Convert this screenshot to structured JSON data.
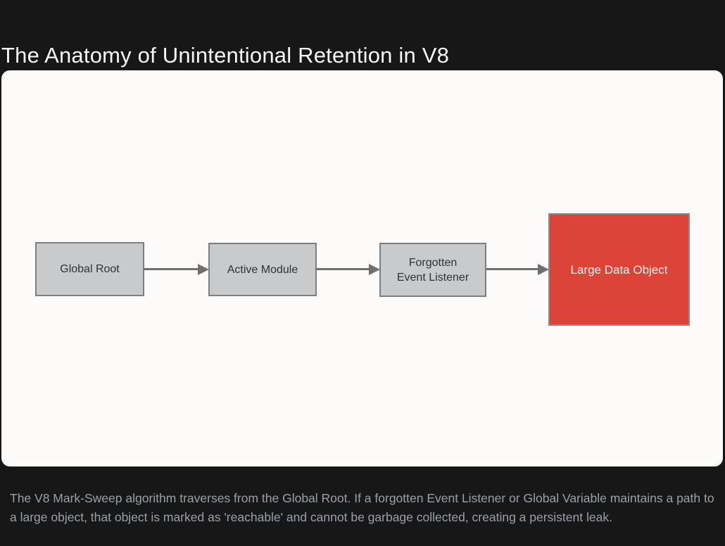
{
  "slide": {
    "title": "The Anatomy of Unintentional Retention in V8",
    "caption": "The V8 Mark-Sweep algorithm traverses from the Global Root. If a forgotten Event Listener or Global Variable maintains a path to a large object, that object is marked as 'reachable' and cannot be garbage collected, creating a persistent leak."
  },
  "diagram": {
    "nodes": [
      {
        "id": "global-root",
        "lines": [
          "Global Root"
        ],
        "highlight": false
      },
      {
        "id": "active-module",
        "lines": [
          "Active Module"
        ],
        "highlight": false
      },
      {
        "id": "forgotten-event-listener",
        "lines": [
          "Forgotten",
          "Event Listener"
        ],
        "highlight": false
      },
      {
        "id": "large-data-object",
        "lines": [
          "Large Data Object"
        ],
        "highlight": true
      }
    ],
    "connections": [
      {
        "from": "global-root",
        "to": "active-module"
      },
      {
        "from": "active-module",
        "to": "forgotten-event-listener"
      },
      {
        "from": "forgotten-event-listener",
        "to": "large-data-object"
      }
    ]
  },
  "colors": {
    "background": "#171717",
    "panel": "#fcfbfa",
    "title_text": "#f5f5f5",
    "caption_text": "#9aa0a6",
    "node_fill": "#c9cacb",
    "node_border": "#7d7e80",
    "node_text": "#2f3133",
    "highlight_fill": "#db4437",
    "highlight_border": "#8a8a8a",
    "highlight_text": "#f7f0ee",
    "arrow": "#6e6f71"
  }
}
